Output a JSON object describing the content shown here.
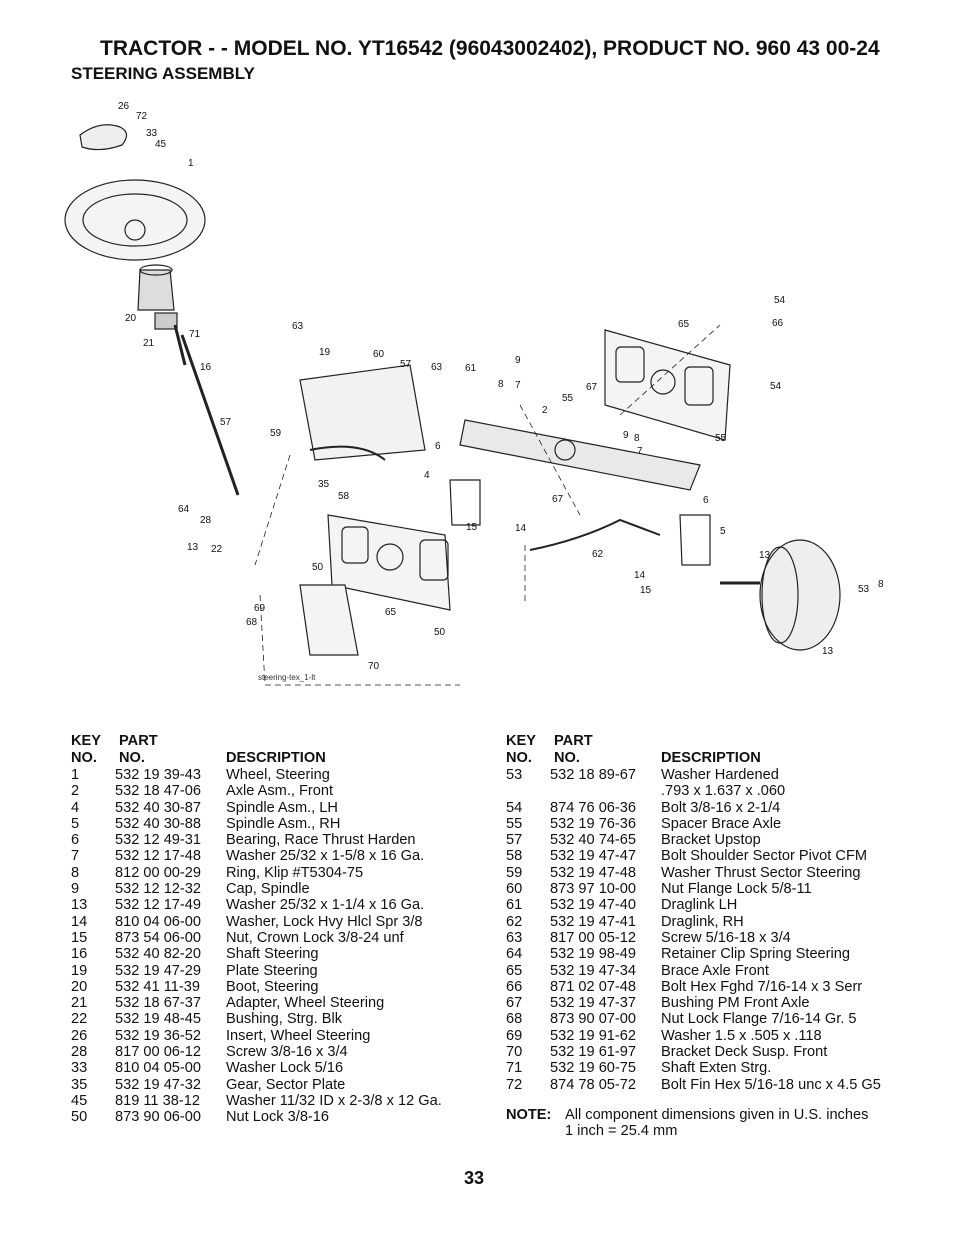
{
  "header": {
    "title": "TRACTOR - - MODEL NO. YT16542 (96043002402), PRODUCT NO. 960 43 00-24",
    "subtitle": "STEERING ASSEMBLY"
  },
  "diagram": {
    "caption": "steering-tex_1-lt",
    "callouts": [
      "26",
      "72",
      "33",
      "45",
      "1",
      "20",
      "21",
      "71",
      "16",
      "63",
      "19",
      "60",
      "57",
      "63",
      "61",
      "9",
      "8",
      "7",
      "65",
      "54",
      "66",
      "54",
      "67",
      "55",
      "2",
      "9",
      "8",
      "7",
      "55",
      "57",
      "59",
      "6",
      "4",
      "35",
      "58",
      "67",
      "6",
      "64",
      "28",
      "13",
      "22",
      "15",
      "14",
      "5",
      "62",
      "13",
      "14",
      "15",
      "53",
      "8",
      "13",
      "50",
      "69",
      "68",
      "65",
      "50",
      "70"
    ]
  },
  "columns": {
    "key_line1": "KEY",
    "key_line2": "NO.",
    "part_line1": "PART",
    "part_line2": "NO.",
    "description": "DESCRIPTION"
  },
  "parts_left": [
    {
      "key": "1",
      "part": "532 19 39-43",
      "desc": "Wheel, Steering"
    },
    {
      "key": "2",
      "part": "532 18 47-06",
      "desc": "Axle Asm., Front"
    },
    {
      "key": "4",
      "part": "532 40 30-87",
      "desc": "Spindle Asm., LH"
    },
    {
      "key": "5",
      "part": "532 40 30-88",
      "desc": "Spindle Asm., RH"
    },
    {
      "key": "6",
      "part": "532 12 49-31",
      "desc": "Bearing, Race Thrust Harden"
    },
    {
      "key": "7",
      "part": "532 12 17-48",
      "desc": "Washer  25/32 x 1-5/8 x 16 Ga."
    },
    {
      "key": "8",
      "part": "812 00 00-29",
      "desc": "Ring, Klip #T5304-75"
    },
    {
      "key": "9",
      "part": "532 12 12-32",
      "desc": "Cap, Spindle"
    },
    {
      "key": "13",
      "part": "532 12 17-49",
      "desc": "Washer  25/32 x 1-1/4 x 16 Ga."
    },
    {
      "key": "14",
      "part": "810 04 06-00",
      "desc": "Washer, Lock Hvy Hlcl Spr 3/8"
    },
    {
      "key": "15",
      "part": "873 54 06-00",
      "desc": "Nut, Crown Lock 3/8-24 unf"
    },
    {
      "key": "16",
      "part": "532 40 82-20",
      "desc": "Shaft  Steering"
    },
    {
      "key": "19",
      "part": "532 19 47-29",
      "desc": "Plate Steering"
    },
    {
      "key": "20",
      "part": "532 41 11-39",
      "desc": "Boot, Steering"
    },
    {
      "key": "21",
      "part": "532 18 67-37",
      "desc": "Adapter, Wheel Steering"
    },
    {
      "key": "22",
      "part": "532 19 48-45",
      "desc": "Bushing, Strg. Blk"
    },
    {
      "key": "26",
      "part": "532 19 36-52",
      "desc": "Insert, Wheel Steering"
    },
    {
      "key": "28",
      "part": "817 00 06-12",
      "desc": "Screw 3/8-16 x 3/4"
    },
    {
      "key": "33",
      "part": "810 04 05-00",
      "desc": "Washer Lock 5/16"
    },
    {
      "key": "35",
      "part": "532 19 47-32",
      "desc": "Gear, Sector Plate"
    },
    {
      "key": "45",
      "part": "819 11 38-12",
      "desc": "Washer 11/32 ID x 2-3/8 x 12 Ga."
    },
    {
      "key": "50",
      "part": "873 90 06-00",
      "desc": "Nut Lock 3/8-16"
    }
  ],
  "parts_right": [
    {
      "key": "53",
      "part": "532 18 89-67",
      "desc": "Washer Hardened"
    },
    {
      "key": "",
      "part": "",
      "desc": ".793 x 1.637 x .060"
    },
    {
      "key": "54",
      "part": "874 76 06-36",
      "desc": "Bolt 3/8-16 x 2-1/4"
    },
    {
      "key": "55",
      "part": "532 19 76-36",
      "desc": "Spacer Brace Axle"
    },
    {
      "key": "57",
      "part": "532 40 74-65",
      "desc": "Bracket Upstop"
    },
    {
      "key": "58",
      "part": "532 19 47-47",
      "desc": "Bolt Shoulder Sector Pivot CFM"
    },
    {
      "key": "59",
      "part": "532 19 47-48",
      "desc": "Washer Thrust Sector Steering"
    },
    {
      "key": "60",
      "part": "873 97 10-00",
      "desc": "Nut Flange Lock 5/8-11"
    },
    {
      "key": "61",
      "part": "532 19 47-40",
      "desc": "Draglink LH"
    },
    {
      "key": "62",
      "part": "532 19 47-41",
      "desc": "Draglink, RH"
    },
    {
      "key": "63",
      "part": "817 00 05-12",
      "desc": "Screw 5/16-18 x 3/4"
    },
    {
      "key": "64",
      "part": "532 19 98-49",
      "desc": "Retainer Clip Spring Steering"
    },
    {
      "key": "65",
      "part": "532 19 47-34",
      "desc": "Brace Axle Front"
    },
    {
      "key": "66",
      "part": "871 02 07-48",
      "desc": "Bolt Hex Fghd 7/16-14 x 3 Serr"
    },
    {
      "key": "67",
      "part": "532 19 47-37",
      "desc": "Bushing PM Front Axle"
    },
    {
      "key": "68",
      "part": "873 90 07-00",
      "desc": "Nut Lock Flange 7/16-14 Gr. 5"
    },
    {
      "key": "69",
      "part": "532 19 91-62",
      "desc": "Washer 1.5 x .505 x .118"
    },
    {
      "key": "70",
      "part": "532 19 61-97",
      "desc": "Bracket Deck Susp. Front"
    },
    {
      "key": "71",
      "part": "532 19 60-75",
      "desc": "Shaft Exten Strg."
    },
    {
      "key": "72",
      "part": "874 78 05-72",
      "desc": "Bolt Fin Hex 5/16-18 unc x 4.5 G5"
    }
  ],
  "note": {
    "label": "NOTE:",
    "line1": "All component dimensions given in U.S. inches",
    "line2": "1 inch = 25.4 mm"
  },
  "page_number": "33"
}
